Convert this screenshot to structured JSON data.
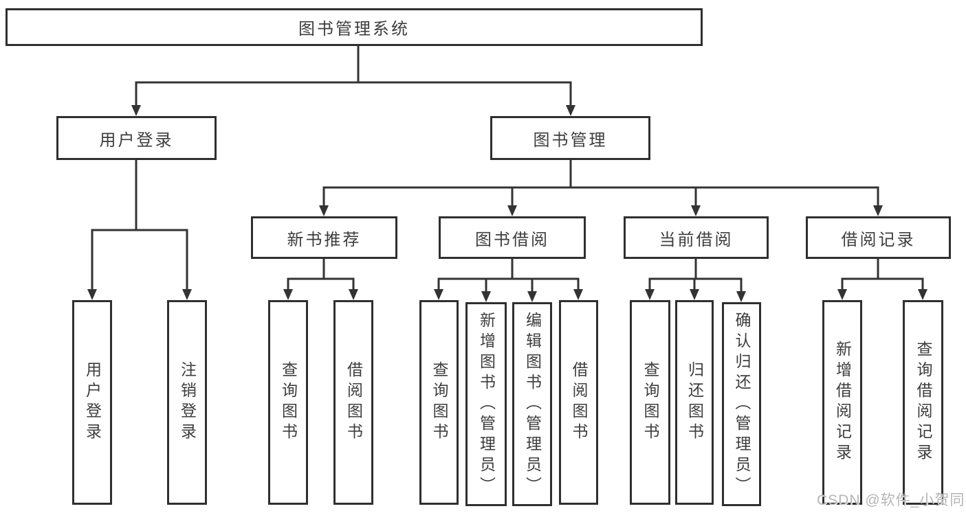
{
  "diagram_type": "hierarchy-tree",
  "nodes": {
    "root": "图书管理系统",
    "user_login": "用户登录",
    "book_mgmt": "图书管理",
    "new_book_rec": "新书推荐",
    "book_borrow": "图书借阅",
    "current_borrow": "当前借阅",
    "borrow_records": "借阅记录",
    "ul_login": "用户登录",
    "ul_logout": "注销登录",
    "nb_query": "查询图书",
    "nb_borrow": "借阅图书",
    "bb_query": "查询图书",
    "bb_add": "新增图书（管理员）",
    "bb_edit": "编辑图书（管理员）",
    "bb_borrow": "借阅图书",
    "cb_query": "查询图书",
    "cb_return": "归还图书",
    "cb_confirm": "确认归还（管理员）",
    "br_add": "新增借阅记录",
    "br_query": "查询借阅记录"
  },
  "hierarchy": {
    "图书管理系统": {
      "用户登录": [
        "用户登录",
        "注销登录"
      ],
      "图书管理": {
        "新书推荐": [
          "查询图书",
          "借阅图书"
        ],
        "图书借阅": [
          "查询图书",
          "新增图书（管理员）",
          "编辑图书（管理员）",
          "借阅图书"
        ],
        "当前借阅": [
          "查询图书",
          "归还图书",
          "确认归还（管理员）"
        ],
        "借阅记录": [
          "新增借阅记录",
          "查询借阅记录"
        ]
      }
    }
  },
  "watermark": "CSDN @软件_小贺同学",
  "colors": {
    "line": "#333333",
    "box_border": "#2f2f2f",
    "text": "#3d3d3d",
    "watermark": "#b5b5b5",
    "background": "#ffffff"
  }
}
